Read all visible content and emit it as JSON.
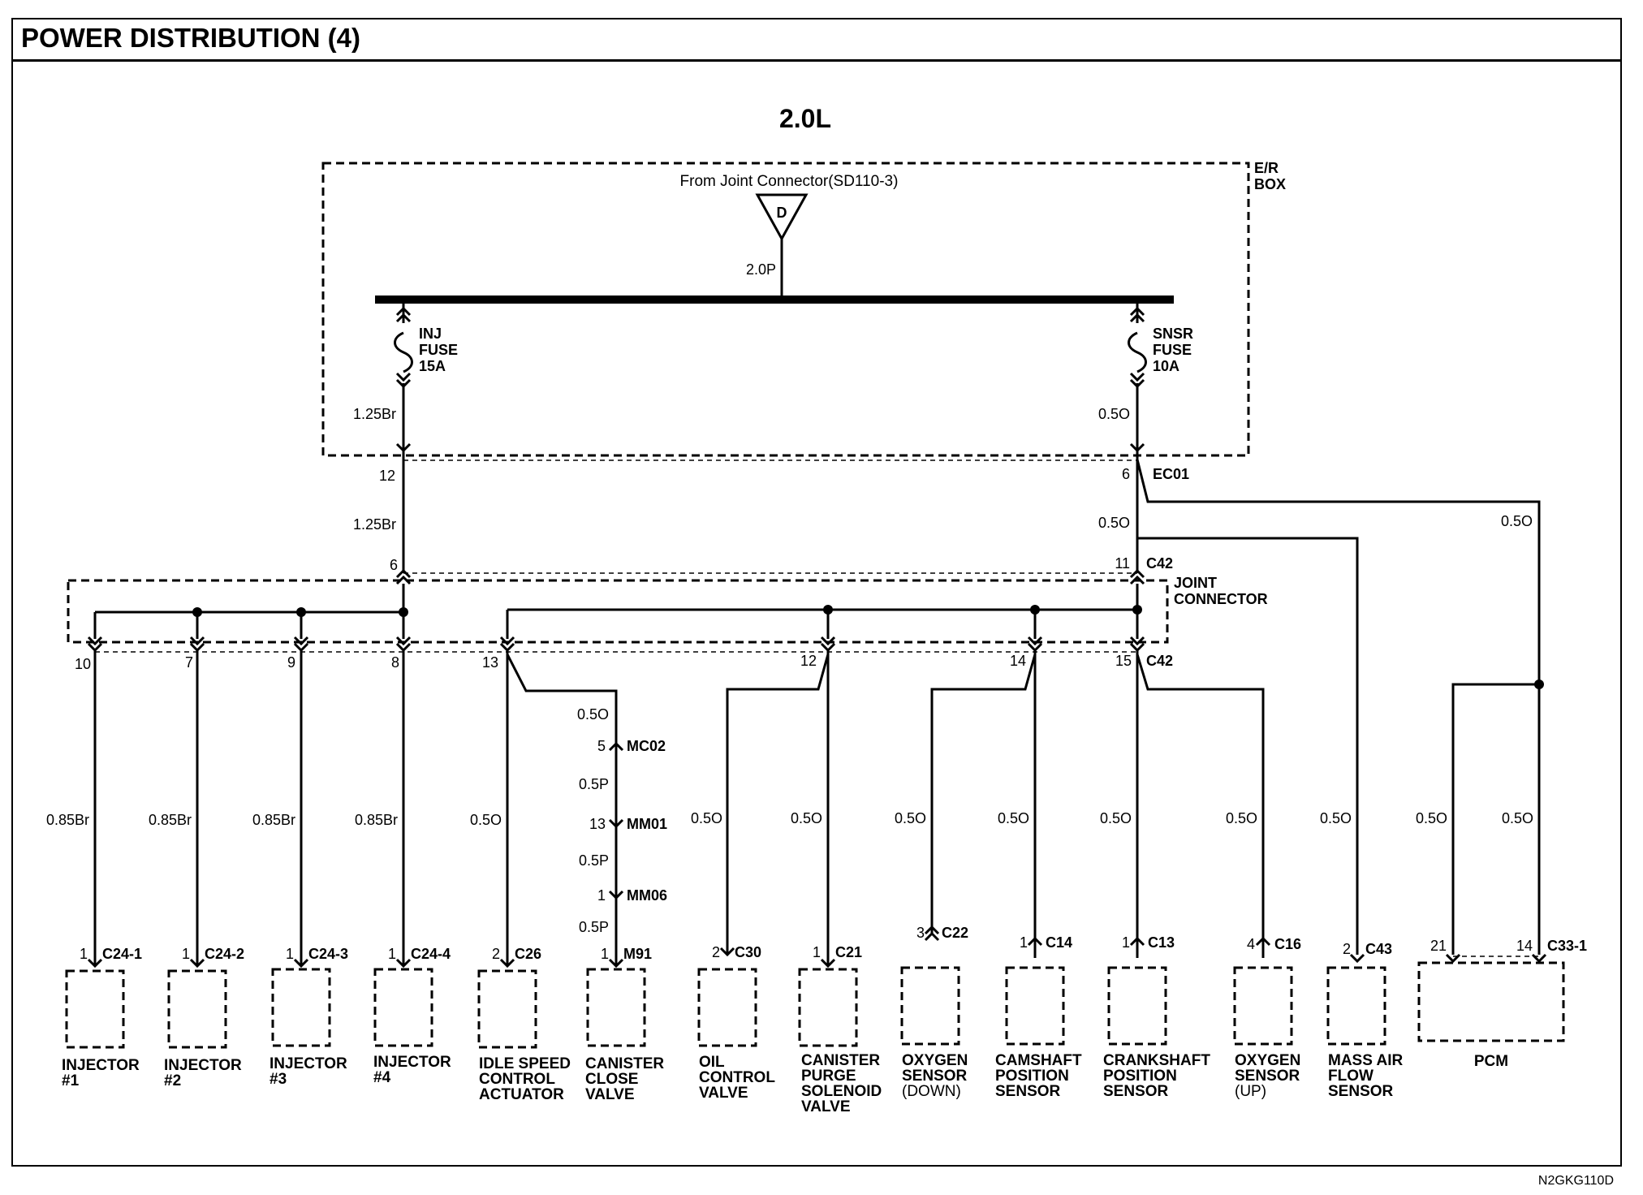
{
  "title": "POWER DISTRIBUTION (4)",
  "diagram_code": "N2GKG110D",
  "engine": "2.0L",
  "er_box": {
    "label_line1": "E/R",
    "label_line2": "BOX"
  },
  "source": {
    "label": "From Joint Connector(SD110-3)",
    "symbol": "D",
    "wire": "2.0P"
  },
  "fuses": [
    {
      "name_line1": "INJ",
      "name_line2": "FUSE",
      "rating": "15A",
      "wire_out": "1.25Br"
    },
    {
      "name_line1": "SNSR",
      "name_line2": "FUSE",
      "rating": "10A",
      "wire_out": "0.5O"
    }
  ],
  "ec01": {
    "label": "EC01",
    "pin_left": "12",
    "pin_right": "6"
  },
  "mid_wires": {
    "left": "1.25Br",
    "right": "0.5O",
    "pcm_feed": "0.5O"
  },
  "joint_connector": {
    "label_line1": "JOINT",
    "label_line2": "CONNECTOR",
    "connector": "C42",
    "in_pin_left": "6",
    "in_pin_right": "11",
    "out_pins": [
      "10",
      "7",
      "9",
      "8",
      "13",
      "12",
      "14",
      "15"
    ]
  },
  "inline_chain": [
    {
      "wire": "0.5O",
      "pin": "5",
      "connector": "MC02"
    },
    {
      "wire": "0.5P",
      "pin": "13",
      "connector": "MM01"
    },
    {
      "wire": "0.5P",
      "pin": "1",
      "connector": "MM06"
    },
    {
      "wire": "0.5P"
    }
  ],
  "components": [
    {
      "wire": "0.85Br",
      "pin": "1",
      "connector": "C24-1",
      "name": [
        "INJECTOR",
        "#1"
      ]
    },
    {
      "wire": "0.85Br",
      "pin": "1",
      "connector": "C24-2",
      "name": [
        "INJECTOR",
        "#2"
      ]
    },
    {
      "wire": "0.85Br",
      "pin": "1",
      "connector": "C24-3",
      "name": [
        "INJECTOR",
        "#3"
      ]
    },
    {
      "wire": "0.85Br",
      "pin": "1",
      "connector": "C24-4",
      "name": [
        "INJECTOR",
        "#4"
      ]
    },
    {
      "wire": "0.5O",
      "pin": "2",
      "connector": "C26",
      "name": [
        "IDLE SPEED",
        "CONTROL",
        "ACTUATOR"
      ]
    },
    {
      "wire": "",
      "pin": "1",
      "connector": "M91",
      "name": [
        "CANISTER",
        "CLOSE",
        "VALVE"
      ]
    },
    {
      "wire": "0.5O",
      "pin": "2",
      "connector": "C30",
      "name": [
        "OIL",
        "CONTROL",
        "VALVE"
      ]
    },
    {
      "wire": "0.5O",
      "pin": "1",
      "connector": "C21",
      "name": [
        "CANISTER",
        "PURGE",
        "SOLENOID",
        "VALVE"
      ]
    },
    {
      "wire": "0.5O",
      "pin": "3",
      "connector": "C22",
      "name": [
        "OXYGEN",
        "SENSOR",
        "(DOWN)"
      ]
    },
    {
      "wire": "0.5O",
      "pin": "1",
      "connector": "C14",
      "name": [
        "CAMSHAFT",
        "POSITION",
        "SENSOR"
      ]
    },
    {
      "wire": "0.5O",
      "pin": "1",
      "connector": "C13",
      "name": [
        "CRANKSHAFT",
        "POSITION",
        "SENSOR"
      ]
    },
    {
      "wire": "0.5O",
      "pin": "4",
      "connector": "C16",
      "name": [
        "OXYGEN",
        "SENSOR",
        "(UP)"
      ]
    },
    {
      "wire": "0.5O",
      "pin": "2",
      "connector": "C43",
      "name": [
        "MASS AIR",
        "FLOW",
        "SENSOR"
      ]
    }
  ],
  "pcm": {
    "name": "PCM",
    "connector": "C33-1",
    "pin_left": "21",
    "pin_right": "14",
    "wire_left": "0.5O",
    "wire_right": "0.5O"
  }
}
